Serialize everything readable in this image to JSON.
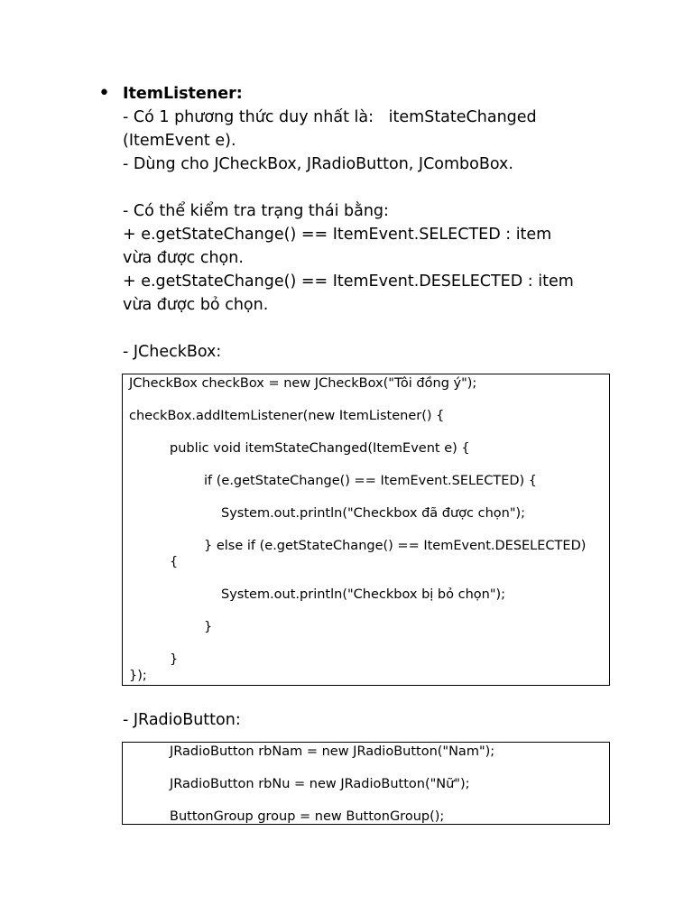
{
  "section": {
    "bullet": "•",
    "heading": "ItemListener:",
    "lines": [
      "- Có 1 phương thức duy nhất là:   itemStateChanged",
      "(ItemEvent e).",
      "- Dùng cho JCheckBox, JRadioButton, JComboBox.",
      "- Có thể kiểm tra trạng thái bằng:",
      "+ e.getStateChange() == ItemEvent.SELECTED : item",
      "vừa được chọn.",
      "+ e.getStateChange() == ItemEvent.DESELECTED : item",
      "vừa được bỏ chọn.",
      "- JCheckBox:"
    ],
    "radio_label": "- JRadioButton:"
  },
  "checkbox_code": [
    "JCheckBox checkBox = new JCheckBox(\"Tôi đồng ý\");",
    "checkBox.addItemListener(new ItemListener() {",
    "public void itemStateChanged(ItemEvent e) {",
    "if (e.getStateChange() == ItemEvent.SELECTED) {",
    "System.out.println(\"Checkbox đã được chọn\");",
    "} else if (e.getStateChange() == ItemEvent.DESELECTED)",
    "{",
    "System.out.println(\"Checkbox bị bỏ chọn\");",
    "}",
    "}",
    "});"
  ],
  "radio_code": [
    "JRadioButton rbNam = new JRadioButton(\"Nam\");",
    "JRadioButton rbNu = new JRadioButton(\"Nữ\");",
    "ButtonGroup group = new ButtonGroup();"
  ]
}
